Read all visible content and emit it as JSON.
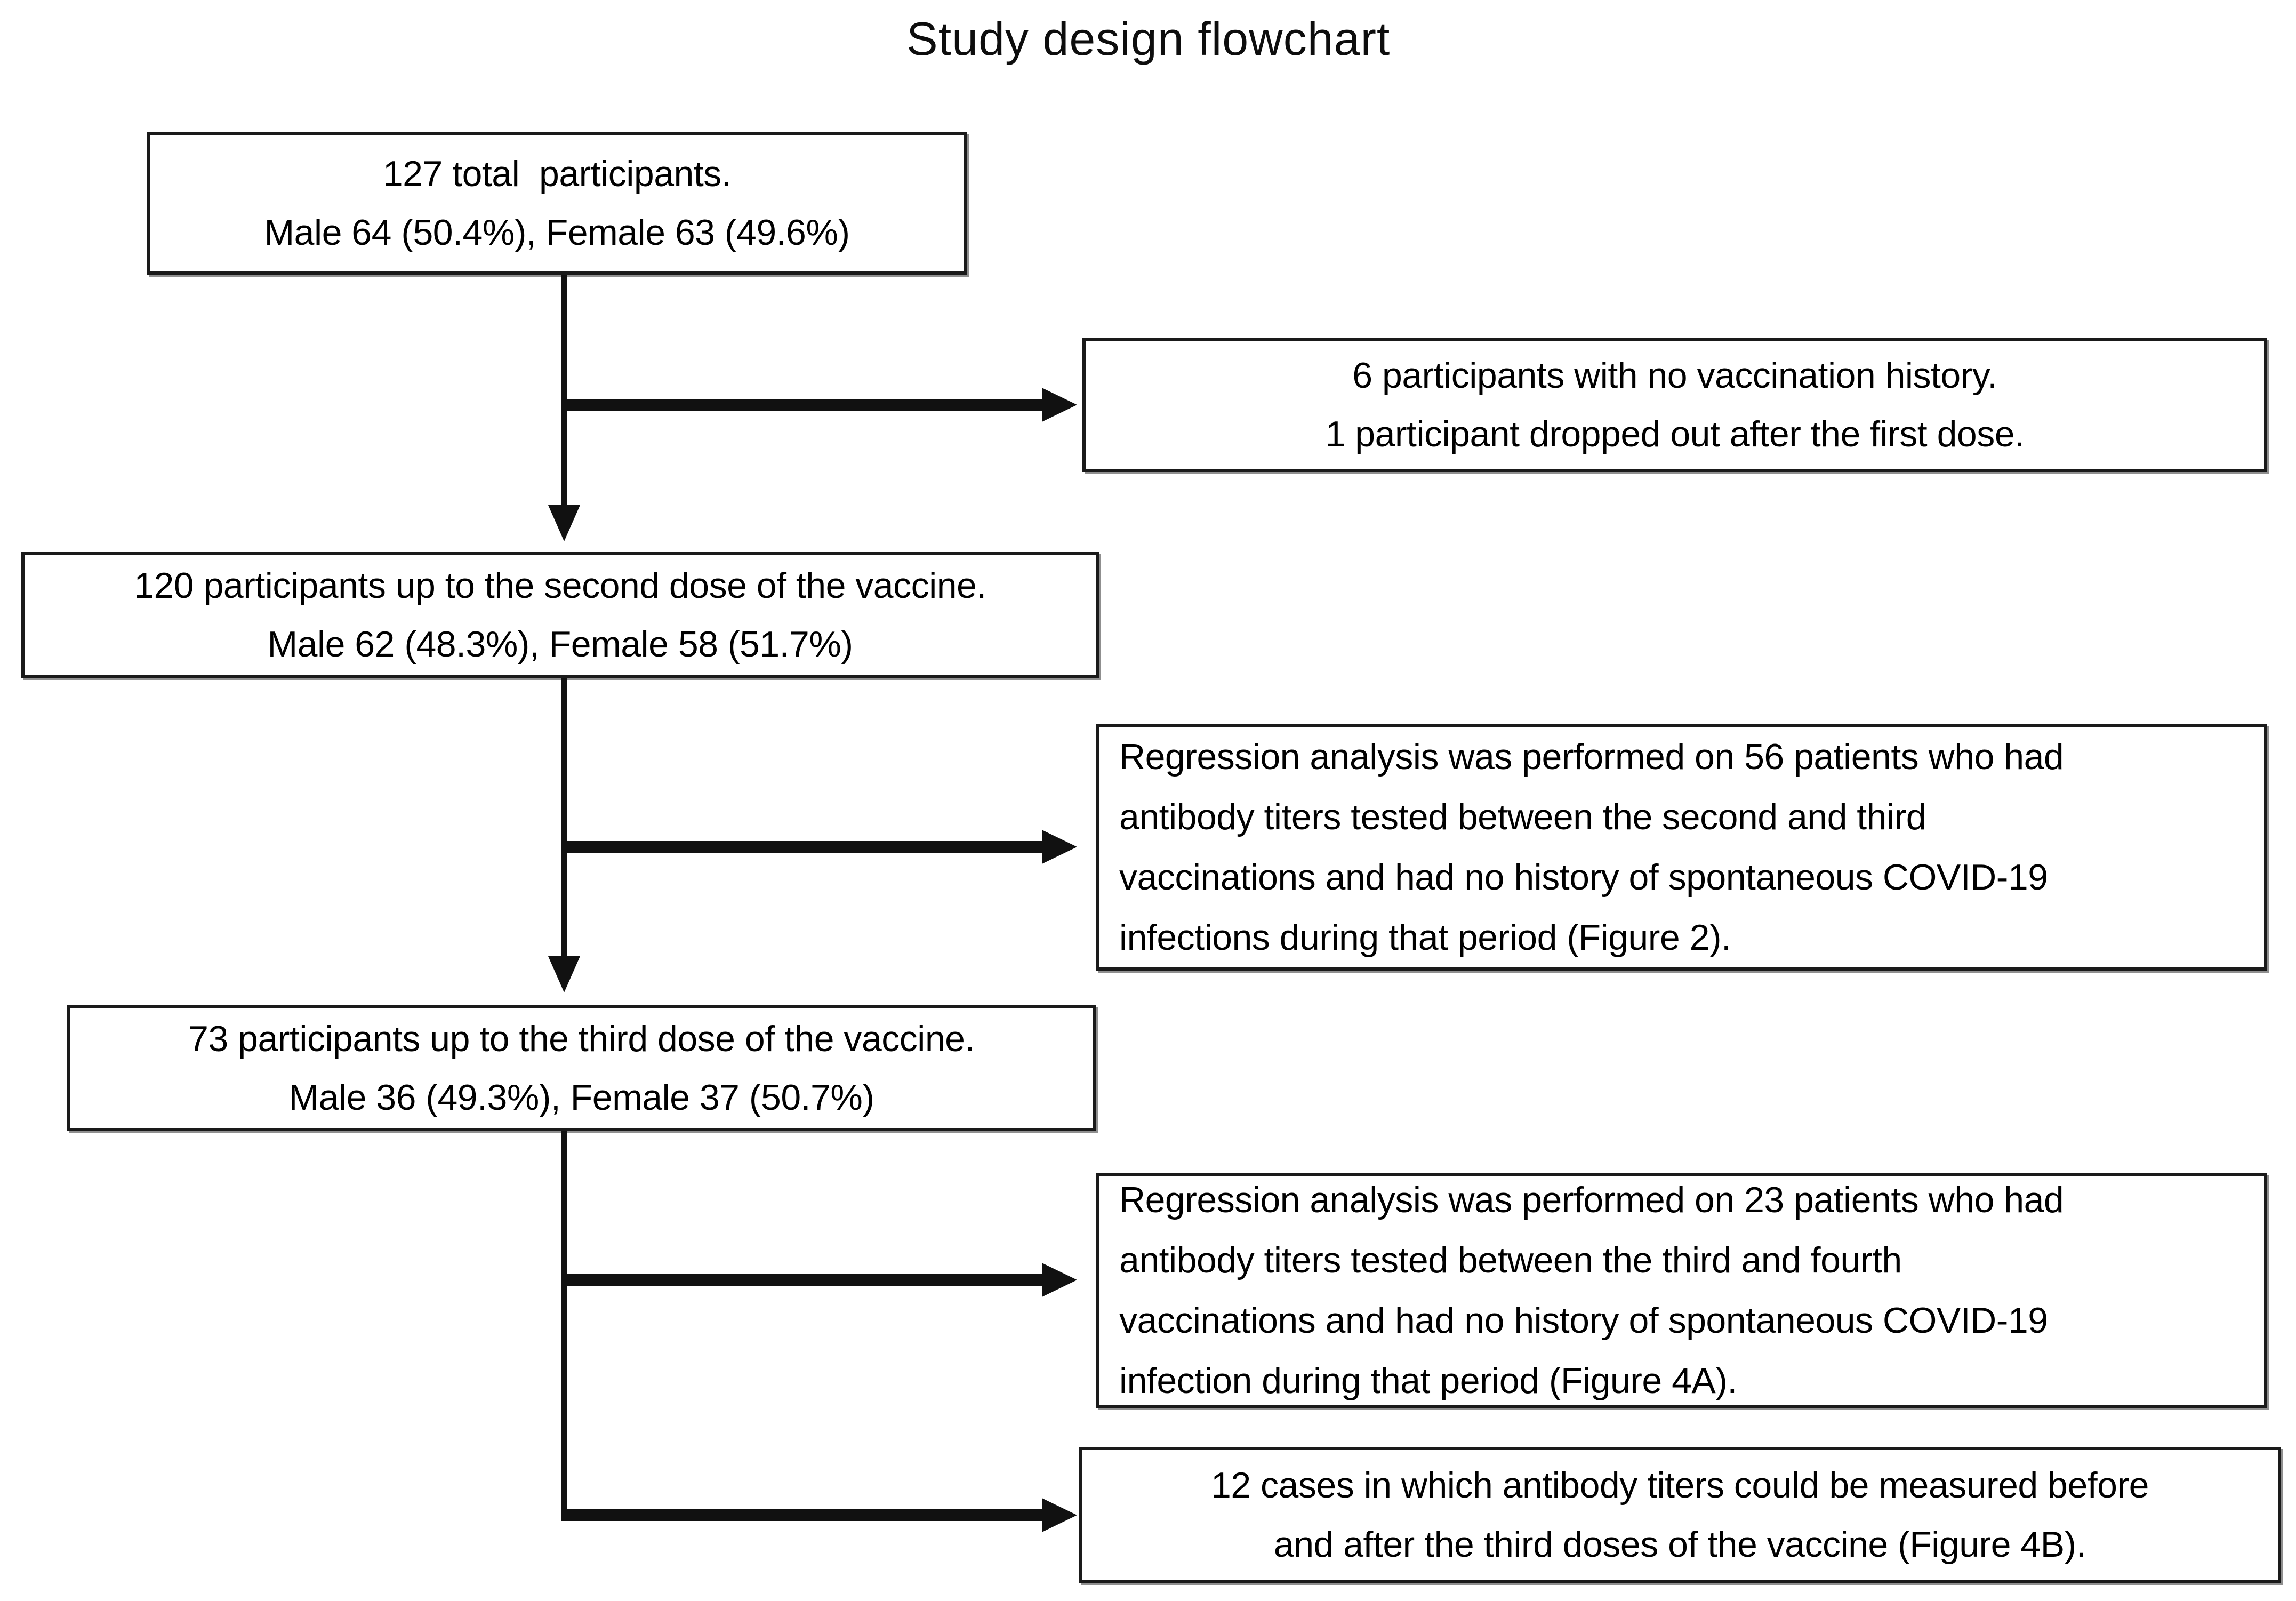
{
  "title": {
    "text": "Study design flowchart"
  },
  "boxes": {
    "total": {
      "lines": [
        "127 total  participants.",
        "Male 64 (50.4%), Female 63 (49.6%)"
      ]
    },
    "dropout": {
      "lines": [
        "6 participants with no vaccination history.",
        "1 participant dropped out after the first dose."
      ]
    },
    "second_dose": {
      "lines": [
        "120 participants up to the second dose of the vaccine.",
        "Male 62 (48.3%), Female 58 (51.7%)"
      ]
    },
    "regression_56": {
      "lines": [
        "Regression analysis was performed on 56 patients who had",
        "antibody titers tested between the second and third",
        "vaccinations and had no history of spontaneous COVID-19",
        "infections during that period (Figure 2)."
      ]
    },
    "third_dose": {
      "lines": [
        "73 participants up to the third dose of the vaccine.",
        "Male 36 (49.3%), Female 37 (50.7%)"
      ]
    },
    "regression_23": {
      "lines": [
        "Regression analysis was performed on 23 patients who had",
        "antibody titers tested between the third and fourth",
        "vaccinations and had no history of spontaneous COVID-19",
        "infection during that period (Figure 4A)."
      ]
    },
    "measured_12": {
      "lines": [
        "12 cases in which antibody titers could be measured before",
        "and after the third doses of the vaccine (Figure 4B)."
      ]
    }
  },
  "colors": {
    "background": "#ffffff",
    "text": "#000000",
    "box_border": "#1a1a1a",
    "connector": "#111111"
  }
}
